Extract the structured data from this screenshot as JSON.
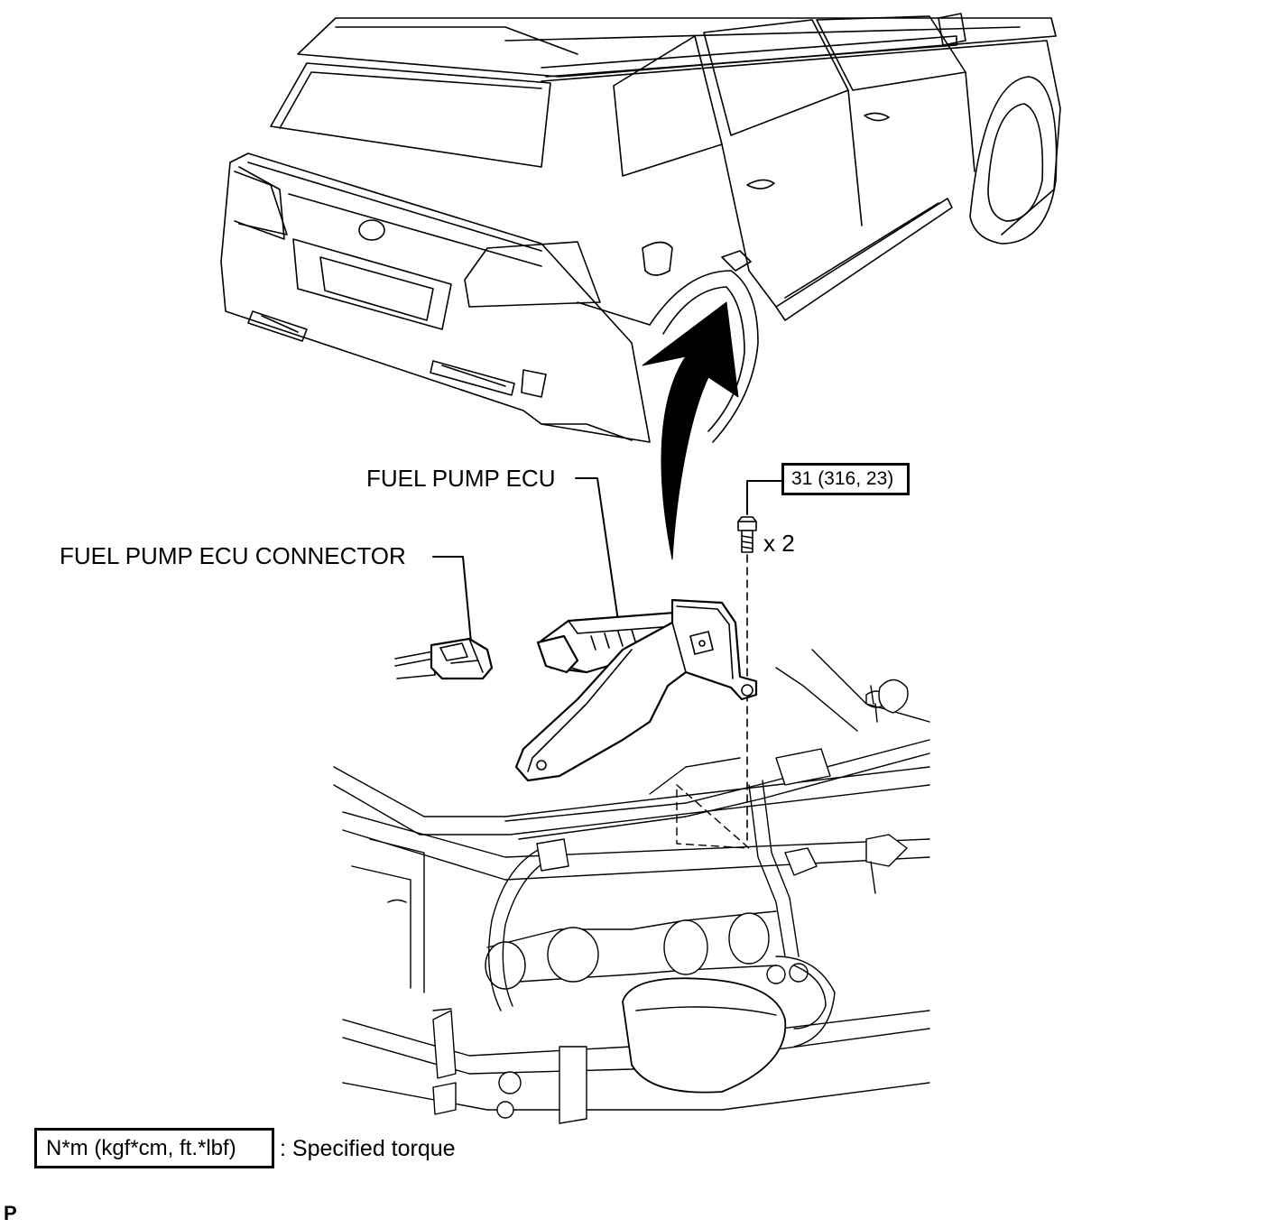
{
  "labels": {
    "fuel_pump_ecu": "FUEL PUMP ECU",
    "fuel_pump_ecu_connector": "FUEL PUMP ECU CONNECTOR",
    "torque_value": "31 (316, 23)",
    "bolt_quantity": "x 2"
  },
  "legend": {
    "unit_box": "N*m (kgf*cm, ft.*lbf)",
    "description": ": Specified torque"
  },
  "corner_mark": "P"
}
